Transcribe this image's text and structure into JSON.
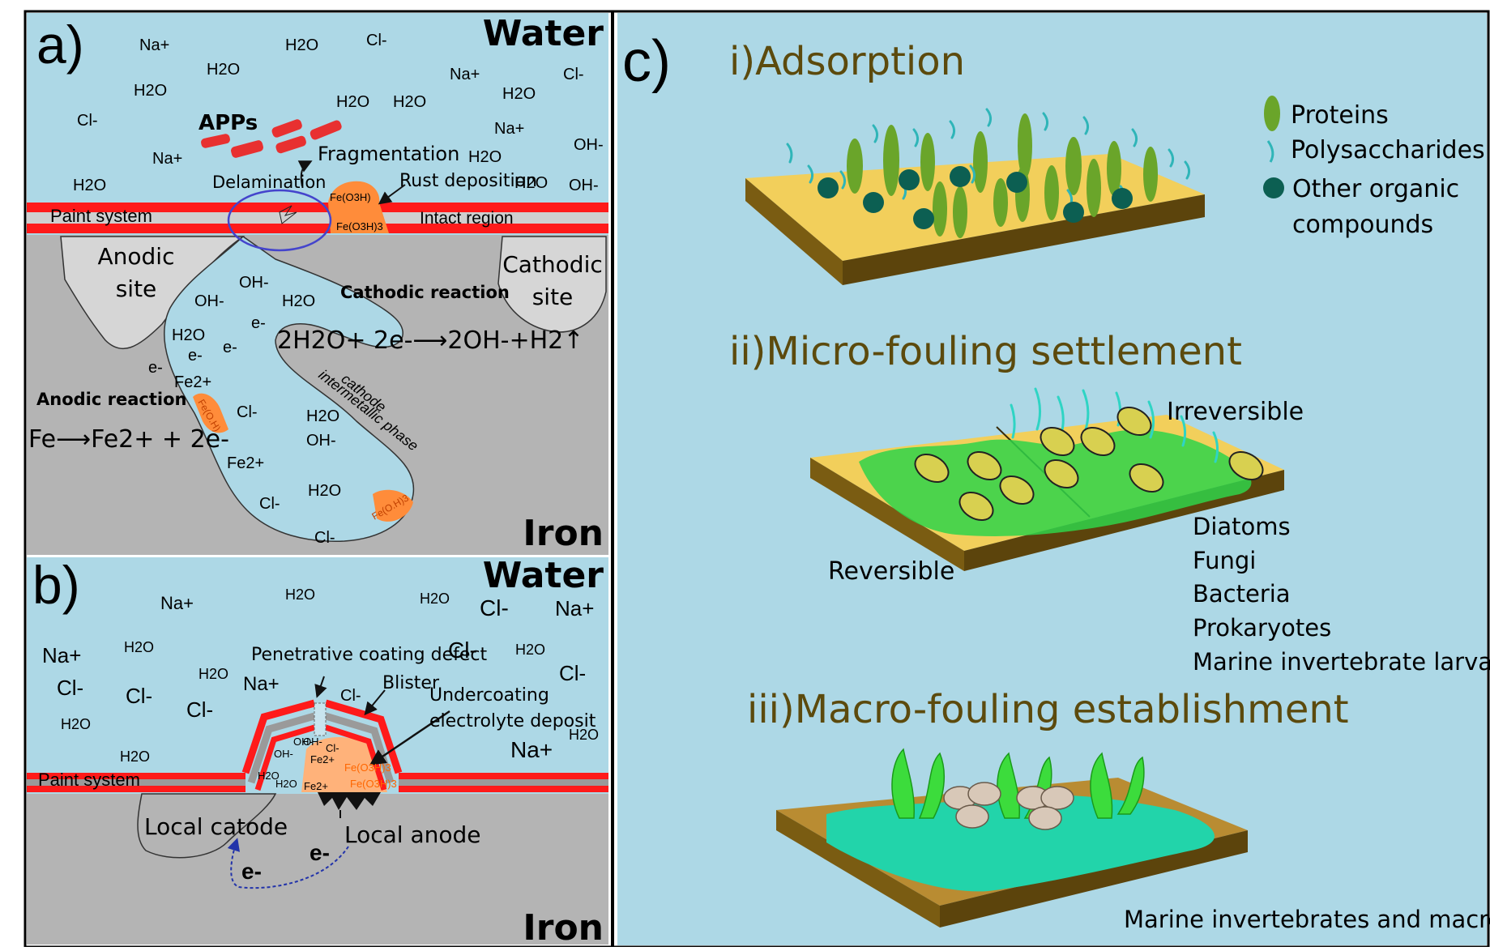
{
  "panel_a": {
    "letter": "a)",
    "water": "Water",
    "iron": "Iron",
    "ions": [
      "Na+",
      "H2O",
      "Cl-",
      "H2O",
      "H2O",
      "Na+",
      "Cl-",
      "Cl-",
      "H2O",
      "H2O",
      "H2O",
      "H2O",
      "Na+",
      "Na+",
      "H2O",
      "OH-",
      "H2O",
      "OH-"
    ],
    "apps": "APPs",
    "fragmentation": "Fragmentation",
    "delamination": "Delamination",
    "rust_deposition": "Rust deposition",
    "fe3": "Fe(O3H)",
    "fe3b": "Fe(O3H)3",
    "paint_system": "Paint system",
    "intact_region": "Intact  region",
    "anodic_site_1": "Anodic",
    "anodic_site_2": "site",
    "cathodic_site_1": "Cathodic",
    "cathodic_site_2": "site",
    "cathodic_reaction": "Cathodic reaction",
    "cathodic_eq": "2H2O+ 2e-⟶2OH-+H2↑",
    "anodic_reaction": "Anodic reaction",
    "anodic_eq": "Fe⟶Fe2+ + 2e-",
    "cathode_label_1": "cathode",
    "cathode_label_2": "intermetallic phase",
    "pit": {
      "oh1": "OH-",
      "h2o1": "H2O",
      "oh2": "OH-",
      "e1": "e-",
      "h2o2": "H2O",
      "e2": "e-",
      "e3": "e-",
      "e4": "e-",
      "fe1": "Fe2+",
      "cl1": "Cl-",
      "h2o3": "H2O",
      "oh3": "OH-",
      "fe2": "Fe2+",
      "cl2": "Cl-",
      "h2o4": "H2O",
      "cl3": "Cl-",
      "feoh1": "Fe(O.H)",
      "feoh2": "Fe(O.H)3"
    }
  },
  "panel_b": {
    "letter": "b)",
    "water": "Water",
    "iron": "Iron",
    "ions": [
      "Na+",
      "H2O",
      "H2O",
      "Cl-",
      "Na+",
      "Na+",
      "H2O",
      "Cl-",
      "H2O",
      "Cl-",
      "Cl-",
      "H2O",
      "Na+",
      "Cl-",
      "Cl-",
      "H2O",
      "H2O",
      "Na+",
      "H2O",
      "Cl-"
    ],
    "penetrative_defect": "Penetrative coating defect",
    "blister": "Blister",
    "undercoating_1": "Undercoating",
    "undercoating_2": "electrolyte deposit",
    "paint_system": "Paint system",
    "local_catode": "Local catode",
    "local_anode": "Local anode",
    "e_left": "e-",
    "e_right": "e-",
    "blister_contents": {
      "oh1": "OH-",
      "oh2": "OH-",
      "oh3": "OH-",
      "cl": "Cl-",
      "fe1": "Fe2+",
      "fe2": "Fe2+",
      "h2o1": "H2O",
      "h2o2": "H2O",
      "feoh1": "Fe(O3H)3",
      "feoh2": "Fe(O3H)3"
    }
  },
  "panel_c": {
    "letter": "c)",
    "step1": "i)Adsorption",
    "step2": "ii)Micro-fouling settlement",
    "step3": "iii)Macro-fouling establishment",
    "legend": {
      "proteins": "Proteins",
      "polysaccharides": "Polysaccharides",
      "other_1": "Other organic",
      "other_2": "compounds"
    },
    "irreversible": "Irreversible",
    "reversible": "Reversible",
    "micro_organisms": [
      "Diatoms",
      "Fungi",
      "Bacteria",
      "Prokaryotes",
      "Marine invertebrate larvae"
    ],
    "macro_caption": "Marine  invertebrates and macroalgae"
  },
  "colors": {
    "water": "#add8e6",
    "iron": "#b4b4b4",
    "paint_red": "#ff1a1a",
    "rust": "#ff8c3a",
    "plate_top": "#f2cf5b",
    "plate_side": "#7a5c12",
    "protein": "#6aa52a",
    "polysaccharide": "#2fb5b8",
    "organic": "#0c5f52",
    "step_text": "#5c4a0d"
  }
}
